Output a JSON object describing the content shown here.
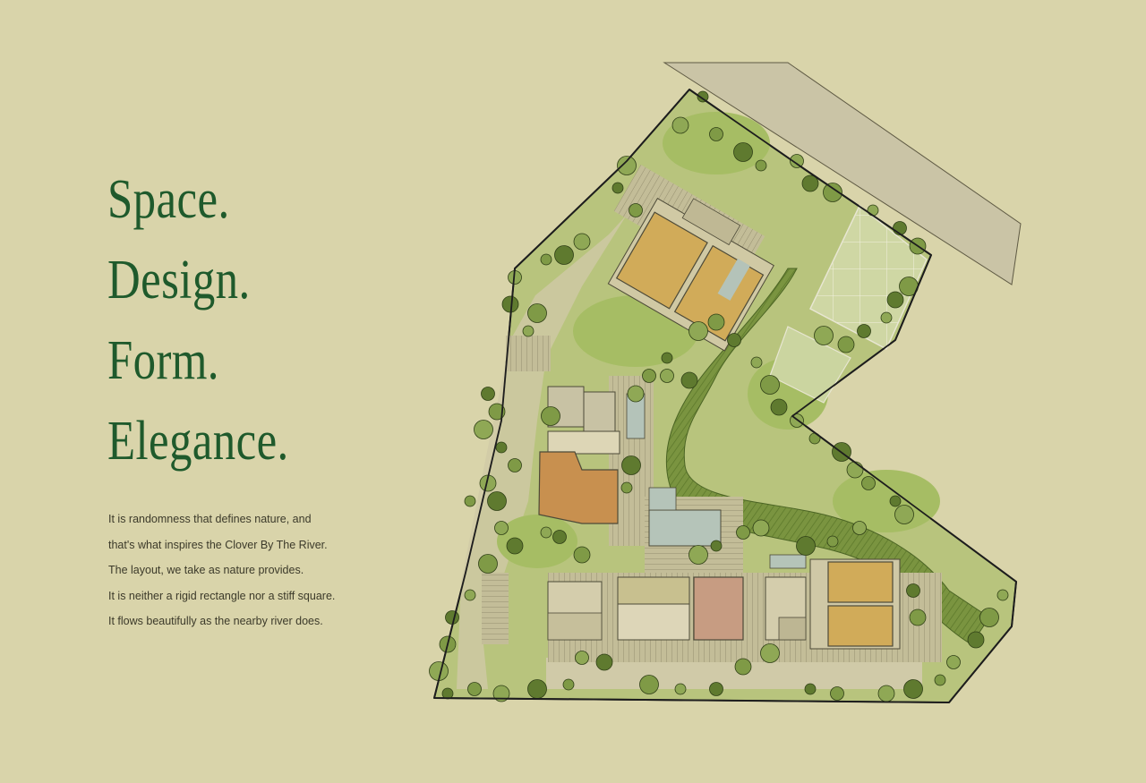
{
  "headline": {
    "lines": [
      "Space.",
      "Design.",
      "Form.",
      "Elegance."
    ]
  },
  "body_text": {
    "lines": [
      "It is randomness that defines nature, and",
      "that's what inspires the Clover By The River.",
      "The layout, we take as nature provides.",
      "It is neither a rigid rectangle nor a stiff square.",
      "It flows beautifully as the nearby river does."
    ]
  },
  "colors": {
    "background": "#d9d4aa",
    "heading": "#1f5a2c",
    "body_text": "#3c3a2a",
    "lawn": "#a9bd6b",
    "river": "#6f8a34",
    "building": "#d1ab59",
    "building_orange": "#c8904f",
    "building_pink": "#c79c82",
    "pool": "#b5c4b9",
    "paving": "#c6c09c"
  }
}
